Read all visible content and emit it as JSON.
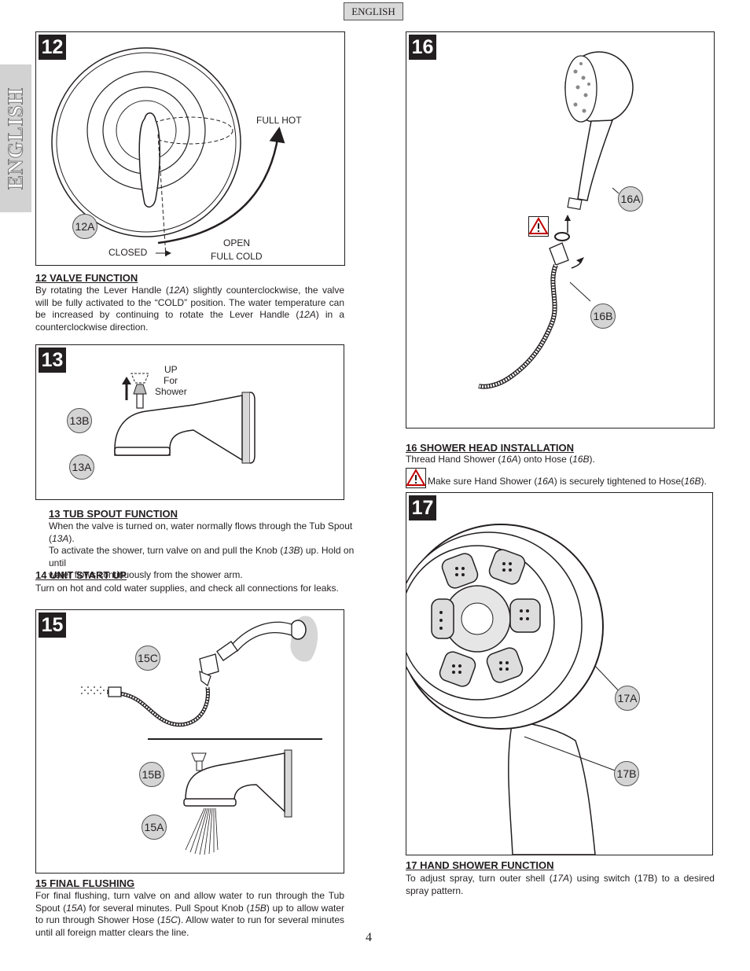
{
  "header": {
    "tab_label": "ENGLISH",
    "side_label": "ENGLISH"
  },
  "fig12": {
    "number": "12",
    "callout": "12A",
    "label_full_hot": "FULL HOT",
    "label_closed": "CLOSED",
    "label_open": "OPEN",
    "label_full_cold": "FULL COLD"
  },
  "sec12": {
    "heading": "12   VALVE FUNCTION",
    "lines": [
      "By rotating the Lever Handle (",
      "12A",
      ") slightly counterclockwise, the valve will be fully activated to the “COLD” position. The water temperature can be increased by continuing to rotate the Lever Handle (",
      "12A",
      ") in a counterclockwise direction."
    ]
  },
  "fig13": {
    "number": "13",
    "callout_b": "13B",
    "callout_a": "13A",
    "label_up": "UP",
    "label_for": "For",
    "label_shower": "Shower"
  },
  "sec13": {
    "heading": "13   TUB SPOUT FUNCTION",
    "lines": [
      "When the valve is turned on, water normally flows through the Tub Spout (",
      "13A",
      ").",
      "To activate the shower, turn valve on and pull the Knob (",
      "13B",
      ") up.  Hold on until",
      "water flows continuously from the shower arm."
    ]
  },
  "sec14": {
    "heading": "14   UNIT START UP",
    "text": "Turn on hot and cold water supplies, and check all connections for leaks."
  },
  "fig15": {
    "number": "15",
    "callout_c": "15C",
    "callout_b": "15B",
    "callout_a": "15A"
  },
  "sec15": {
    "heading": "15   FINAL FLUSHING",
    "lines": [
      "For final flushing, turn valve on and allow water to run through the Tub Spout (",
      "15A",
      ") for several minutes.  Pull Spout Knob (",
      "15B",
      ") up to allow water to run through Shower Hose (",
      "15C",
      "). Allow water to run for several minutes until all foreign matter clears the line."
    ]
  },
  "fig16": {
    "number": "16",
    "callout_a": "16A",
    "callout_b": "16B"
  },
  "sec16": {
    "heading": "16   SHOWER HEAD INSTALLATION",
    "lines": [
      "Thread Hand Shower (",
      "16A",
      ") onto Hose (",
      "16B",
      ")."
    ],
    "warning": [
      "Make sure Hand Shower (",
      "16A",
      ") is securely tightened to Hose(",
      "16B",
      ")."
    ]
  },
  "fig17": {
    "number": "17",
    "callout_a": "17A",
    "callout_b": "17B"
  },
  "sec17": {
    "heading": "17   HAND SHOWER FUNCTION",
    "lines": [
      "To adjust spray, turn outer shell (",
      "17A",
      ") using switch (17B) to a desired spray pattern."
    ]
  },
  "footer": {
    "page_number": "4"
  }
}
